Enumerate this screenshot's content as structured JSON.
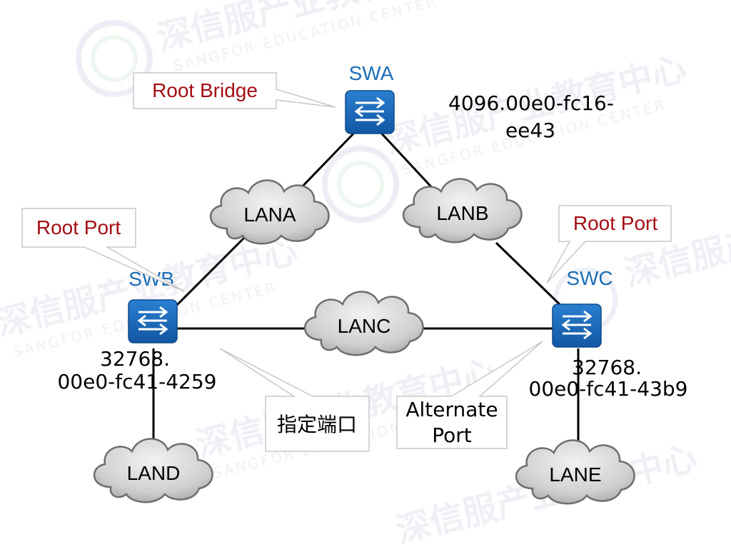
{
  "nodes": {
    "swa": {
      "name": "SWA",
      "id_line1": "4096.00e0-fc16-",
      "id_line2": "ee43"
    },
    "swb": {
      "name": "SWB",
      "id_line1": "32768.",
      "id_line2": "00e0-fc41-4259"
    },
    "swc": {
      "name": "SWC",
      "id_line1": "32768.",
      "id_line2": "00e0-fc41-43b9"
    }
  },
  "lans": {
    "lana": "LANA",
    "lanb": "LANB",
    "lanc": "LANC",
    "land": "LAND",
    "lane": "LANE"
  },
  "callouts": {
    "root_bridge": "Root Bridge",
    "root_port_b": "Root Port",
    "root_port_c": "Root Port",
    "designated_port": "指定端口",
    "alternate_port_line1": "Alternate",
    "alternate_port_line2": "Port"
  },
  "watermark": {
    "cn": "深信服产业教育中心",
    "en": "SANGFOR EDUCATION CENTER"
  },
  "colors": {
    "switch_fill": "#1660b3",
    "switch_name": "#1b6db5",
    "callout_text_red": "#a50d14",
    "cloud_fill": "#d4d4d4"
  },
  "icons": {
    "switch": "switch-arrows-icon",
    "cloud": "cloud-icon"
  }
}
